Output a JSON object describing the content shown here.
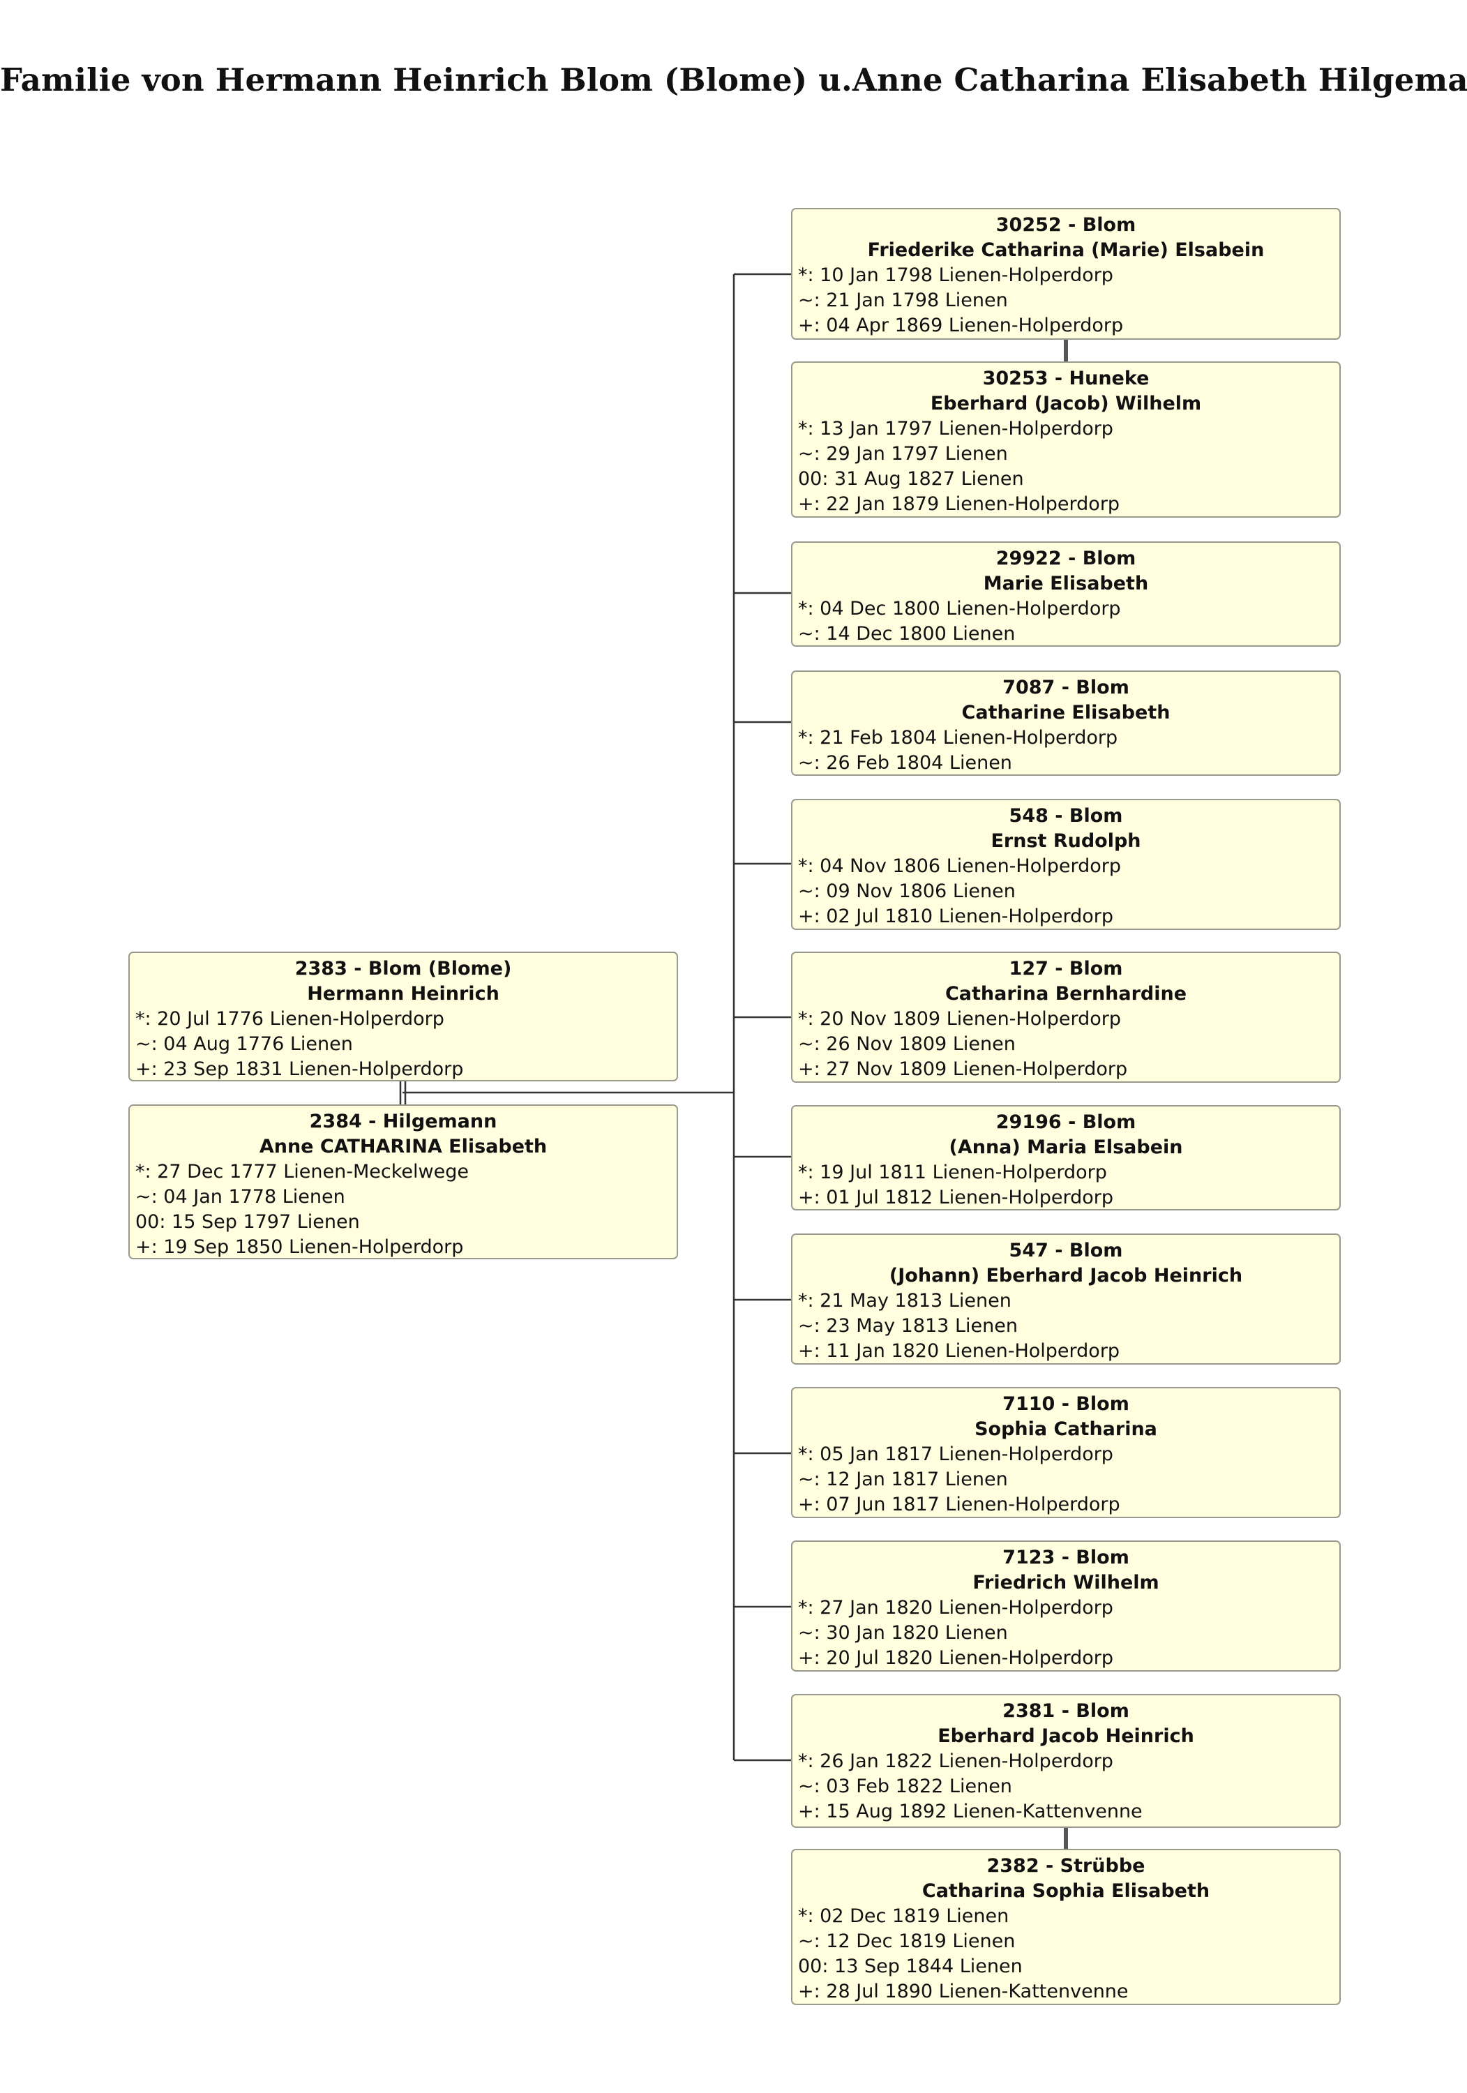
{
  "title": "Familie von Hermann Heinrich Blom (Blome) u.Anne Catharina Elisabeth Hilgemann",
  "parents": [
    {
      "id_label": "2383 - Blom (Blome)",
      "given": "Hermann Heinrich",
      "events": [
        "*: 20 Jul 1776 Lienen-Holperdorp",
        "~: 04 Aug 1776 Lienen",
        "+: 23 Sep 1831 Lienen-Holperdorp"
      ]
    },
    {
      "id_label": "2384 - Hilgemann",
      "given": "Anne CATHARINA Elisabeth",
      "events": [
        "*: 27 Dec 1777 Lienen-Meckelwege",
        "~: 04 Jan 1778 Lienen",
        "00: 15 Sep 1797 Lienen",
        "+: 19 Sep 1850 Lienen-Holperdorp"
      ]
    }
  ],
  "children": [
    {
      "id_label": "30252 - Blom",
      "given": "Friederike Catharina (Marie) Elsabein",
      "events": [
        "*: 10 Jan 1798 Lienen-Holperdorp",
        "~: 21 Jan 1798 Lienen",
        "+: 04 Apr 1869 Lienen-Holperdorp"
      ],
      "spouse": {
        "id_label": "30253 - Huneke",
        "given": "Eberhard (Jacob) Wilhelm",
        "events": [
          "*: 13 Jan 1797 Lienen-Holperdorp",
          "~: 29 Jan 1797 Lienen",
          "00: 31 Aug 1827 Lienen",
          "+: 22 Jan 1879 Lienen-Holperdorp"
        ]
      }
    },
    {
      "id_label": "29922 - Blom",
      "given": "Marie Elisabeth",
      "events": [
        "*: 04 Dec 1800 Lienen-Holperdorp",
        "~: 14 Dec 1800 Lienen"
      ]
    },
    {
      "id_label": "7087 - Blom",
      "given": "Catharine Elisabeth",
      "events": [
        "*: 21 Feb 1804 Lienen-Holperdorp",
        "~: 26 Feb 1804 Lienen"
      ]
    },
    {
      "id_label": "548 - Blom",
      "given": "Ernst Rudolph",
      "events": [
        "*: 04 Nov 1806 Lienen-Holperdorp",
        "~: 09 Nov 1806 Lienen",
        "+: 02 Jul 1810 Lienen-Holperdorp"
      ]
    },
    {
      "id_label": "127 - Blom",
      "given": "Catharina Bernhardine",
      "events": [
        "*: 20 Nov 1809 Lienen-Holperdorp",
        "~: 26 Nov 1809 Lienen",
        "+: 27 Nov 1809 Lienen-Holperdorp"
      ]
    },
    {
      "id_label": "29196 - Blom",
      "given": "(Anna) Maria Elsabein",
      "events": [
        "*: 19 Jul 1811 Lienen-Holperdorp",
        "+: 01 Jul 1812 Lienen-Holperdorp"
      ]
    },
    {
      "id_label": "547 - Blom",
      "given": "(Johann) Eberhard Jacob Heinrich",
      "events": [
        "*: 21 May 1813 Lienen",
        "~: 23 May 1813 Lienen",
        "+: 11 Jan 1820 Lienen-Holperdorp"
      ]
    },
    {
      "id_label": "7110 - Blom",
      "given": "Sophia Catharina",
      "events": [
        "*: 05 Jan 1817 Lienen-Holperdorp",
        "~: 12 Jan 1817 Lienen",
        "+: 07 Jun 1817 Lienen-Holperdorp"
      ]
    },
    {
      "id_label": "7123 - Blom",
      "given": "Friedrich Wilhelm",
      "events": [
        "*: 27 Jan 1820 Lienen-Holperdorp",
        "~: 30 Jan 1820 Lienen",
        "+: 20 Jul 1820 Lienen-Holperdorp"
      ]
    },
    {
      "id_label": "2381 - Blom",
      "given": "Eberhard Jacob Heinrich",
      "events": [
        "*: 26 Jan 1822 Lienen-Holperdorp",
        "~: 03 Feb 1822 Lienen",
        "+: 15 Aug 1892 Lienen-Kattenvenne"
      ],
      "spouse": {
        "id_label": "2382 - Strübbe",
        "given": "Catharina Sophia Elisabeth",
        "events": [
          "*: 02 Dec 1819 Lienen",
          "~: 12 Dec 1819 Lienen",
          "00: 13 Sep 1844 Lienen",
          "+: 28 Jul 1890 Lienen-Kattenvenne"
        ]
      }
    }
  ],
  "colors": {
    "box_fill": "#ffffe0",
    "box_border": "#9a9a8c",
    "line": "#333333"
  }
}
